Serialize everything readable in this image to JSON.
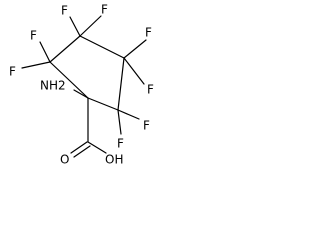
{
  "molecule": {
    "labels": {
      "f_c2_upper": "F",
      "f_c2_left": "F",
      "f_c3_left": "F",
      "f_c3_right": "F",
      "f_c4_right": "F",
      "f_c4_lower": "F",
      "f_c5_right": "F",
      "f_c5_lower": "F",
      "amino": "NH2",
      "carbonyl_o": "O",
      "hydroxyl": "OH"
    }
  }
}
